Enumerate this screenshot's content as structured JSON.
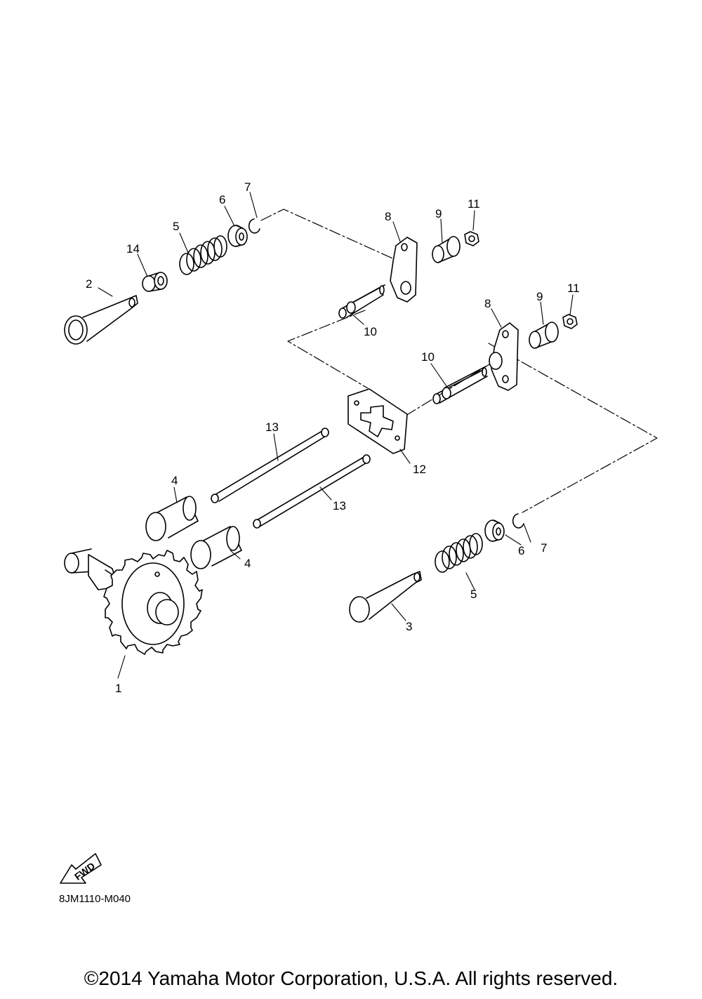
{
  "diagram": {
    "callouts": [
      {
        "id": "c1",
        "label": "1"
      },
      {
        "id": "c2",
        "label": "2"
      },
      {
        "id": "c3",
        "label": "3"
      },
      {
        "id": "c4a",
        "label": "4"
      },
      {
        "id": "c4b",
        "label": "4"
      },
      {
        "id": "c5a",
        "label": "5"
      },
      {
        "id": "c5b",
        "label": "5"
      },
      {
        "id": "c6a",
        "label": "6"
      },
      {
        "id": "c6b",
        "label": "6"
      },
      {
        "id": "c7a",
        "label": "7"
      },
      {
        "id": "c7b",
        "label": "7"
      },
      {
        "id": "c8a",
        "label": "8"
      },
      {
        "id": "c8b",
        "label": "8"
      },
      {
        "id": "c9a",
        "label": "9"
      },
      {
        "id": "c9b",
        "label": "9"
      },
      {
        "id": "c10a",
        "label": "10"
      },
      {
        "id": "c10b",
        "label": "10"
      },
      {
        "id": "c11a",
        "label": "11"
      },
      {
        "id": "c11b",
        "label": "11"
      },
      {
        "id": "c12",
        "label": "12"
      },
      {
        "id": "c13a",
        "label": "13"
      },
      {
        "id": "c13b",
        "label": "13"
      },
      {
        "id": "c14",
        "label": "14"
      }
    ],
    "fwd_label": "FWD",
    "code": "8JM1110-M040"
  },
  "footer": {
    "copyright": "©2014 Yamaha Motor Corporation, U.S.A. All rights reserved."
  }
}
